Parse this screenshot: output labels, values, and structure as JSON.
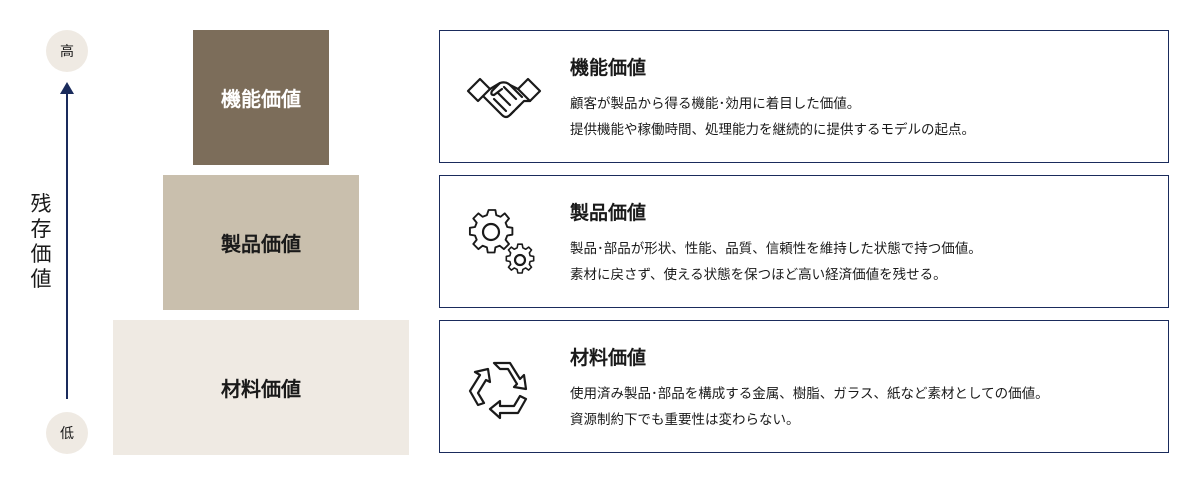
{
  "axis": {
    "high_label": "高",
    "low_label": "低",
    "title": "残\n存\n価\n値"
  },
  "tiers": {
    "functional": "機能価値",
    "product": "製品価値",
    "material": "材料価値"
  },
  "cards": [
    {
      "title": "機能価値",
      "icon": "handshake-icon",
      "lines": [
        "顧客が製品から得る機能･効用に着目した価値。",
        "提供機能や稼働時間、処理能力を継続的に提供するモデルの起点。"
      ]
    },
    {
      "title": "製品価値",
      "icon": "gears-icon",
      "lines": [
        "製品･部品が形状、性能、品質、信頼性を維持した状態で持つ価値。",
        "素材に戻さず、使える状態を保つほど高い経済価値を残せる。"
      ]
    },
    {
      "title": "材料価値",
      "icon": "recycle-icon",
      "lines": [
        "使用済み製品･部品を構成する金属、樹脂、ガラス、紙など素材としての価値。",
        "資源制約下でも重要性は変わらない。"
      ]
    }
  ],
  "colors": {
    "axis": "#1a2b5c",
    "tier_functional": "#7c6d5a",
    "tier_product": "#c9bfad",
    "tier_material": "#efeae3",
    "card_border": "#1a2b5c"
  }
}
